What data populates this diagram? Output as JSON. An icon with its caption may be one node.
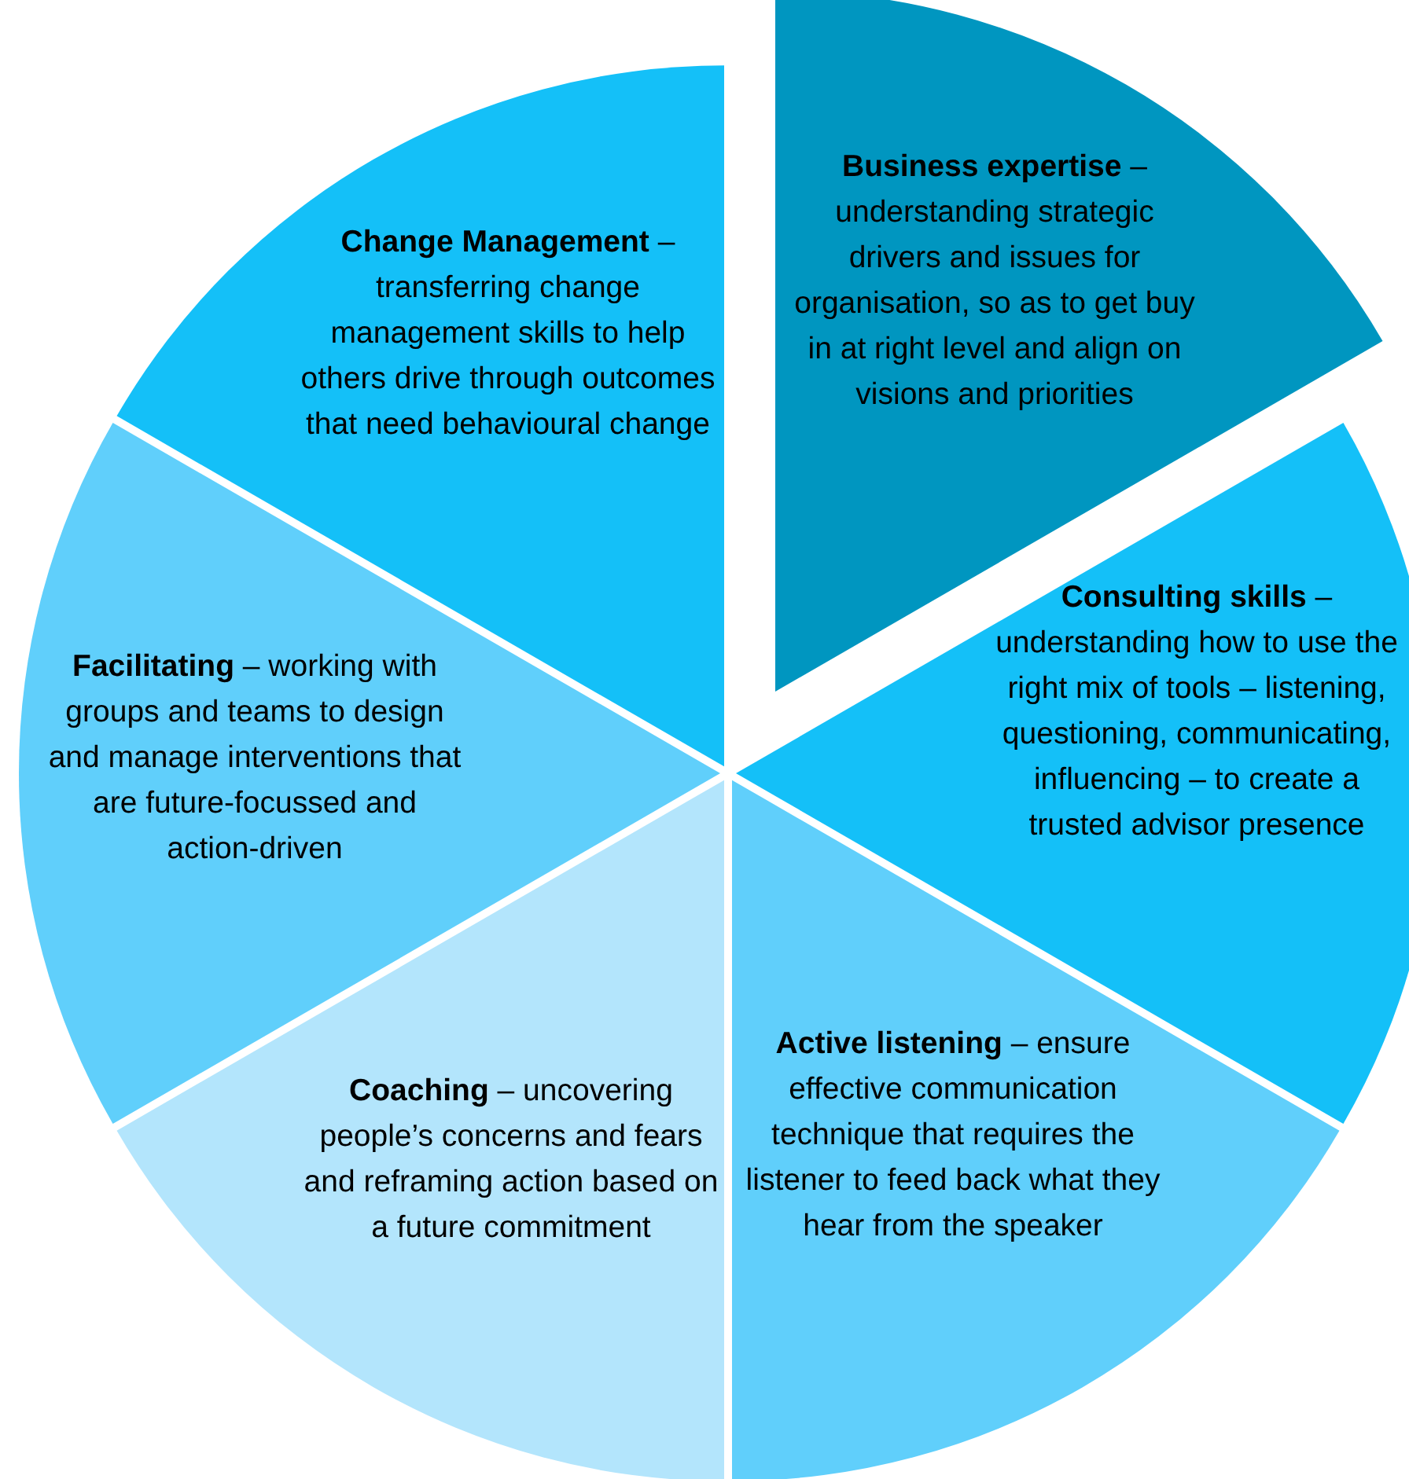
{
  "diagram": {
    "nodes": [
      {
        "text": [
          "**Business expertise** – understanding strategic drivers and issues for organisation, so as to get buy in at right level and align on visions and priorities"
        ]
      },
      {
        "text": [
          "**Change Management** – transferring change management skills to help others drive through outcomes that need behavioural change"
        ]
      },
      {
        "text": [
          "**Consulting skills** – understanding how to use the right mix of tools – listening, questioning, communicating, influencing – to create a trusted advisor presence"
        ]
      },
      {
        "text": [
          "**Facilitating** – working with groups and teams to design and manage interventions that are future-focussed and action-driven"
        ]
      },
      {
        "text": [
          "**Active listening** – ensure effective communication technique that requires the listener to feed back what they hear from the speaker"
        ]
      },
      {
        "text": [
          "**Coaching** – uncovering people’s concerns and fears and reframing action based on a future commitment"
        ]
      }
    ]
  }
}
